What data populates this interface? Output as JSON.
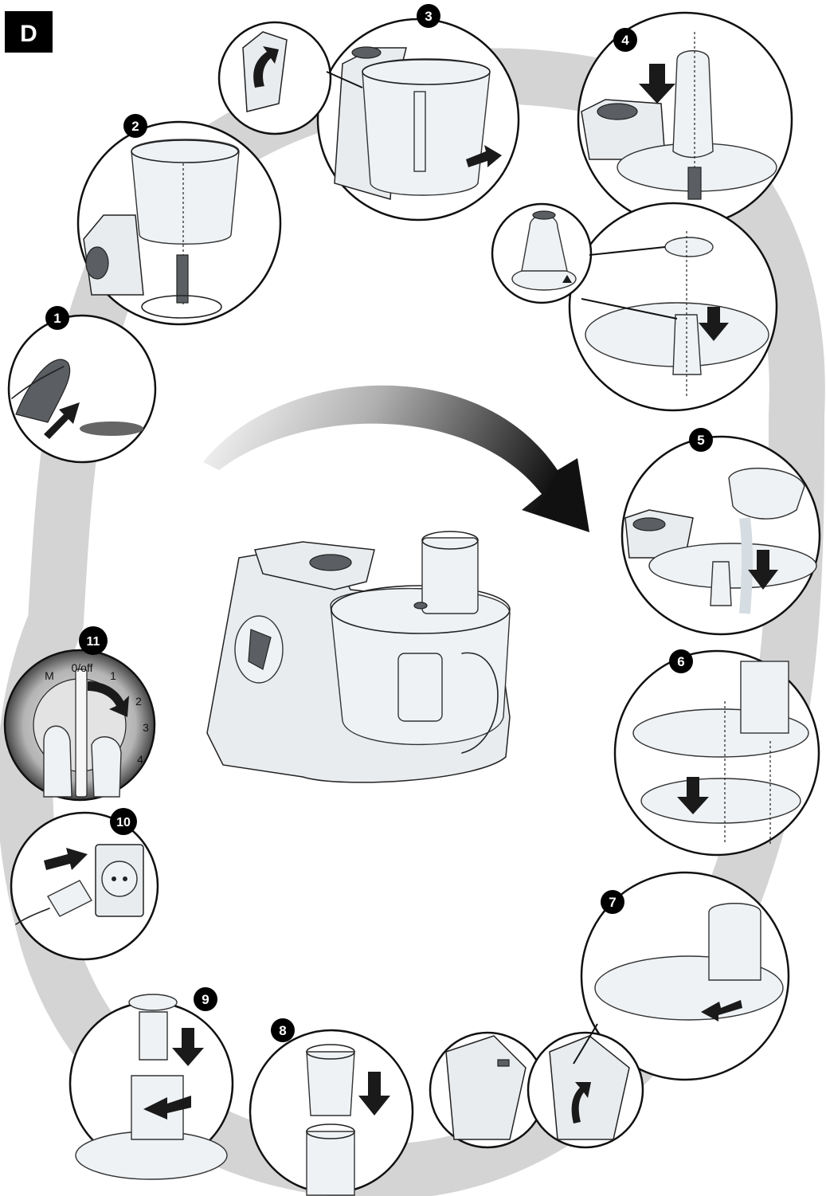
{
  "section_label": "D",
  "step_numbers": [
    "1",
    "2",
    "3",
    "4",
    "5",
    "6",
    "7",
    "8",
    "9",
    "10",
    "11"
  ],
  "dial": {
    "labels": [
      "M",
      "0/off",
      "1",
      "2",
      "3",
      "4"
    ]
  },
  "colors": {
    "ink": "#1a1a1a",
    "ring_shadow": "#c8c8c8",
    "paper": "#ffffff"
  }
}
